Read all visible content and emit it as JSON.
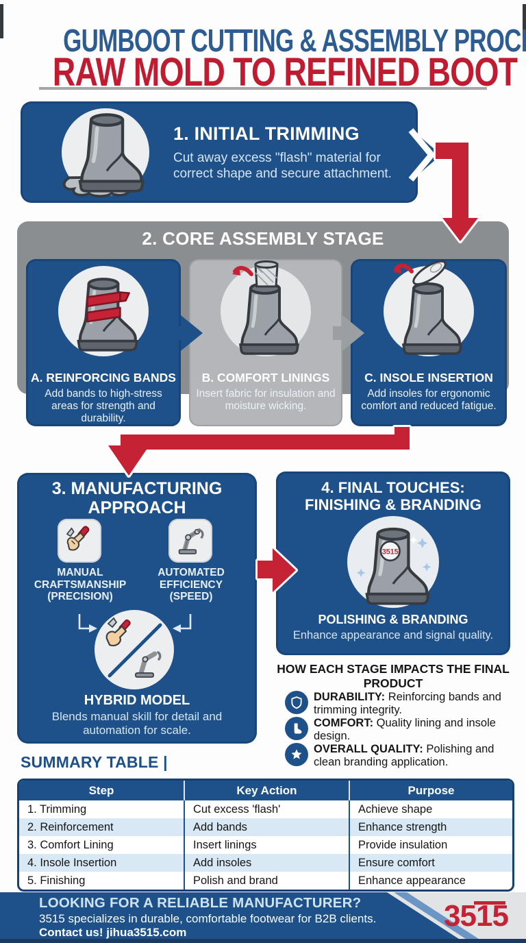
{
  "title": {
    "line1": "GUMBOOT CUTTING & ASSEMBLY PROCESS:",
    "line2": "RAW MOLD TO REFINED BOOT"
  },
  "colors": {
    "navy": "#1e5189",
    "red": "#c62236",
    "gray": "#8b8e91",
    "pale_text": "#d6e5f2"
  },
  "step1": {
    "title": "1. INITIAL TRIMMING",
    "body": "Cut away excess \"flash\" material for correct shape and secure attachment."
  },
  "step2": {
    "title": "2. CORE ASSEMBLY STAGE",
    "substeps": [
      {
        "title": "A. REINFORCING BANDS",
        "body": "Add bands to high-stress areas for strength and durability."
      },
      {
        "title": "B. COMFORT LININGS",
        "body": "Insert fabric for insulation and moisture wicking."
      },
      {
        "title": "C. INSOLE INSERTION",
        "body": "Add insoles for ergonomic comfort and reduced fatigue."
      }
    ]
  },
  "step3": {
    "title": "3. MANUFACTURING\nAPPROACH",
    "manual_label": "MANUAL\nCRAFTSMANSHIP\n(PRECISION)",
    "automated_label": "AUTOMATED\nEFFICIENCY\n(SPEED)",
    "hybrid_title": "HYBRID MODEL",
    "hybrid_body": "Blends manual skill for detail and automation for scale."
  },
  "step4": {
    "title": "4. FINAL TOUCHES:\nFINISHING & BRANDING",
    "badge": "3515",
    "subtitle": "POLISHING & BRANDING",
    "body": "Enhance appearance and signal quality."
  },
  "impacts": {
    "heading": "HOW EACH STAGE IMPACTS THE FINAL PRODUCT",
    "items": [
      {
        "icon": "shield-icon",
        "label": "DURABILITY:",
        "text": "Reinforcing bands and trimming integrity."
      },
      {
        "icon": "foot-icon",
        "label": "COMFORT:",
        "text": "Quality lining and insole design."
      },
      {
        "icon": "star-icon",
        "label": "OVERALL QUALITY:",
        "text": "Polishing and clean branding application."
      }
    ]
  },
  "summary": {
    "heading": "SUMMARY TABLE |",
    "headers": [
      "Step",
      "Key Action",
      "Purpose"
    ],
    "rows": [
      [
        "1. Trimming",
        "Cut excess 'flash'",
        "Achieve shape"
      ],
      [
        "2. Reinforcement",
        "Add bands",
        "Enhance strength"
      ],
      [
        "3. Comfort Lining",
        "Insert linings",
        "Provide insulation"
      ],
      [
        "4. Insole Insertion",
        "Add insoles",
        "Ensure comfort"
      ],
      [
        "5. Finishing",
        "Polish and brand",
        "Enhance appearance"
      ]
    ]
  },
  "footer": {
    "heading": "LOOKING FOR A RELIABLE MANUFACTURER?",
    "line2": "3515 specializes in durable, comfortable footwear for B2B clients.",
    "line3": "Contact us! jihua3515.com",
    "logo": "3515"
  }
}
